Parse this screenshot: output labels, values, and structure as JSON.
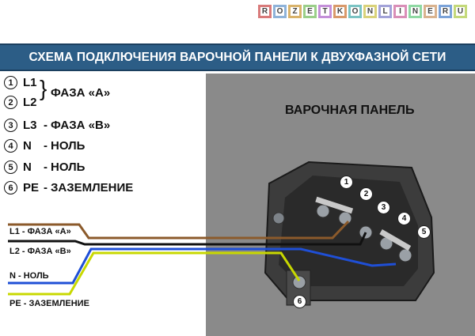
{
  "logo": {
    "letters": [
      "R",
      "O",
      "Z",
      "E",
      "T",
      "K",
      "O",
      "N",
      "L",
      "I",
      "N",
      "E",
      "R",
      "U"
    ],
    "tile_colors": [
      "#d97b7b",
      "#8fb3d9",
      "#d9b36b",
      "#9bcf8a",
      "#c48fd9",
      "#d99a6b",
      "#7bc4c4",
      "#d9d27b",
      "#a3a3d9",
      "#d98fb8",
      "#8fd9a3",
      "#d9b38f",
      "#7ba3d9",
      "#c4d97b"
    ]
  },
  "title": "СХЕМА ПОДКЛЮЧЕНИЯ ВАРОЧНОЙ ПАНЕЛИ К ДВУХФАЗНОЙ СЕТИ",
  "panel_title": "ВАРОЧНАЯ ПАНЕЛЬ",
  "legend": {
    "items": [
      {
        "num": "1",
        "code": "L1",
        "desc": ""
      },
      {
        "num": "2",
        "code": "L2",
        "desc": ""
      },
      {
        "num": "3",
        "code": "L3",
        "desc": "ФАЗА «В»"
      },
      {
        "num": "4",
        "code": "N",
        "desc": "НОЛЬ"
      },
      {
        "num": "5",
        "code": "N",
        "desc": "НОЛЬ"
      },
      {
        "num": "6",
        "code": "PE",
        "desc": "ЗАЗЕМЛЕНИЕ"
      }
    ],
    "brace_label": "ФАЗА «А»",
    "dash": "-"
  },
  "wires": [
    {
      "label": "L1 - ФАЗА «А»",
      "color": "#8b5a2b"
    },
    {
      "label": "L2 - ФАЗА «В»",
      "color": "#111111"
    },
    {
      "label": "N - НОЛЬ",
      "color": "#1f4fd6"
    },
    {
      "label": "PE - ЗАЗЕМЛЕНИЕ",
      "color": "#c8d800"
    }
  ],
  "terminal_callouts": [
    "1",
    "2",
    "3",
    "4",
    "5",
    "6"
  ]
}
